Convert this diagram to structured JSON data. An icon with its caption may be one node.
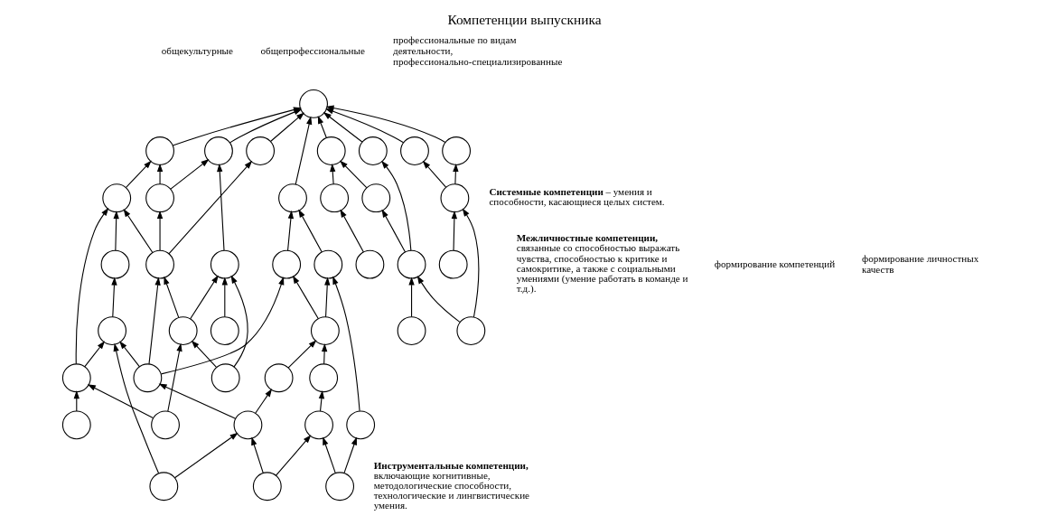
{
  "diagram": {
    "title": "Компетенции выпускника",
    "nodes": [
      {
        "text": [],
        "shape": "circle"
      },
      {
        "text": [],
        "shape": "circle"
      },
      {
        "text": [],
        "shape": "circle"
      },
      {
        "text": [],
        "shape": "circle"
      },
      {
        "text": [],
        "shape": "circle"
      },
      {
        "text": [],
        "shape": "circle"
      },
      {
        "text": [],
        "shape": "circle"
      },
      {
        "text": [],
        "shape": "circle"
      },
      {
        "text": [],
        "shape": "circle"
      },
      {
        "text": [],
        "shape": "circle"
      },
      {
        "text": [],
        "shape": "circle"
      },
      {
        "text": [],
        "shape": "circle"
      },
      {
        "text": [],
        "shape": "circle"
      },
      {
        "text": [],
        "shape": "circle"
      },
      {
        "text": [],
        "shape": "circle"
      },
      {
        "text": [],
        "shape": "circle"
      },
      {
        "text": [],
        "shape": "circle"
      },
      {
        "text": [],
        "shape": "circle"
      },
      {
        "text": [],
        "shape": "circle"
      },
      {
        "text": [],
        "shape": "circle"
      },
      {
        "text": [],
        "shape": "circle"
      },
      {
        "text": [],
        "shape": "circle"
      },
      {
        "text": [],
        "shape": "circle"
      },
      {
        "text": [],
        "shape": "circle"
      },
      {
        "text": [],
        "shape": "circle"
      },
      {
        "text": [],
        "shape": "circle"
      },
      {
        "text": [],
        "shape": "circle"
      },
      {
        "text": [],
        "shape": "circle"
      },
      {
        "text": [],
        "shape": "circle"
      },
      {
        "text": [],
        "shape": "circle"
      },
      {
        "text": [],
        "shape": "circle"
      },
      {
        "text": [],
        "shape": "circle"
      },
      {
        "text": [],
        "shape": "circle"
      },
      {
        "text": [],
        "shape": "circle"
      },
      {
        "text": [],
        "shape": "circle"
      },
      {
        "text": [],
        "shape": "circle"
      },
      {
        "text": [],
        "shape": "circle"
      },
      {
        "text": [],
        "shape": "circle"
      },
      {
        "text": [],
        "shape": "circle"
      },
      {
        "text": [],
        "shape": "circle"
      },
      {
        "text": [],
        "shape": "circle"
      }
    ],
    "edges": [
      {
        "from": 7,
        "to": 1,
        "arrow": "to"
      },
      {
        "from": 8,
        "to": 1,
        "arrow": "to"
      },
      {
        "from": 13,
        "to": 7,
        "arrow": "to"
      },
      {
        "from": 13,
        "to": 8,
        "arrow": "to"
      },
      {
        "from": 16,
        "to": 7,
        "arrow": "to"
      },
      {
        "from": 20,
        "to": 13,
        "arrow": "to"
      },
      {
        "from": 18,
        "to": 13,
        "arrow": "to"
      },
      {
        "from": 21,
        "to": 8,
        "arrow": "to"
      },
      {
        "from": 30,
        "to": 16,
        "arrow": "to"
      },
      {
        "from": 22,
        "to": 20,
        "arrow": "to"
      },
      {
        "from": 30,
        "to": 22,
        "arrow": "to"
      },
      {
        "from": 31,
        "to": 22,
        "arrow": "to"
      },
      {
        "from": 31,
        "to": 26,
        "arrow": "to"
      },
      {
        "from": 26,
        "to": 18,
        "arrow": "to"
      },
      {
        "from": 26,
        "to": 21,
        "arrow": "to"
      },
      {
        "from": 32,
        "to": 26,
        "arrow": "to"
      },
      {
        "from": 21,
        "to": 17,
        "arrow": "to"
      },
      {
        "from": 21,
        "to": 19,
        "arrow": "to"
      },
      {
        "from": 32,
        "to": 17,
        "arrow": "to"
      },
      {
        "from": 1,
        "to": 0,
        "arrow": "to"
      },
      {
        "from": 12,
        "to": 4,
        "arrow": "to"
      },
      {
        "from": 4,
        "to": 2,
        "arrow": "to"
      },
      {
        "from": 2,
        "to": 0,
        "arrow": "to"
      },
      {
        "from": 11,
        "to": 2,
        "arrow": "to"
      },
      {
        "from": 11,
        "to": 9,
        "arrow": "to"
      },
      {
        "from": 9,
        "to": 0,
        "arrow": "to"
      },
      {
        "from": 17,
        "to": 12,
        "arrow": "to"
      },
      {
        "from": 23,
        "to": 17,
        "arrow": "to"
      },
      {
        "from": 23,
        "to": 4,
        "arrow": "to"
      },
      {
        "from": 19,
        "to": 4,
        "arrow": "to"
      },
      {
        "from": 19,
        "to": 11,
        "arrow": "to"
      },
      {
        "from": 19,
        "to": 15,
        "arrow": "to"
      },
      {
        "from": 29,
        "to": 19,
        "arrow": "to"
      },
      {
        "from": 29,
        "to": 24,
        "arrow": "to"
      },
      {
        "from": 33,
        "to": 23,
        "arrow": "to"
      },
      {
        "from": 34,
        "to": 23,
        "arrow": "to"
      },
      {
        "from": 34,
        "to": 29,
        "arrow": "to"
      },
      {
        "from": 35,
        "to": 29,
        "arrow": "to"
      },
      {
        "from": 35,
        "to": 24,
        "arrow": "to"
      },
      {
        "from": 36,
        "to": 24,
        "arrow": "to"
      },
      {
        "from": 24,
        "to": 9,
        "arrow": "to"
      },
      {
        "from": 6,
        "to": 0,
        "arrow": "to"
      },
      {
        "from": 10,
        "to": 0,
        "arrow": "to"
      },
      {
        "from": 5,
        "to": 0,
        "arrow": "to"
      },
      {
        "from": 3,
        "to": 0,
        "arrow": "to"
      },
      {
        "from": 15,
        "to": 0,
        "arrow": "to"
      },
      {
        "from": 25,
        "to": 6,
        "arrow": "to"
      },
      {
        "from": 25,
        "to": 10,
        "arrow": "to"
      },
      {
        "from": 27,
        "to": 5,
        "arrow": "to"
      },
      {
        "from": 27,
        "to": 14,
        "arrow": "to"
      },
      {
        "from": 14,
        "to": 3,
        "arrow": "to"
      },
      {
        "from": 28,
        "to": 3,
        "arrow": "to"
      },
      {
        "from": 37,
        "to": 25,
        "arrow": "to"
      },
      {
        "from": 38,
        "to": 25,
        "arrow": "to"
      },
      {
        "from": 38,
        "to": 27,
        "arrow": "to"
      },
      {
        "from": 39,
        "to": 27,
        "arrow": "to"
      },
      {
        "from": 40,
        "to": 28,
        "arrow": "to"
      }
    ],
    "labels": [
      "общекультурные",
      "общепрофессиональные",
      "профессиональные по видам деятельности, профессионально-специализированные",
      "**Системные компетенции** – умения и способности, касающиеся целых систем.",
      "**Межличностные компетенции,** связанные со способностью выражать чувства, способностью к критике и самокритике, а также с социальными умениями (умение работать в команде и т.д.).",
      "**Инструментальные компетенции,** включающие когнитивные, методологические способности, технологические и лингвистические умения.",
      "формирование компетенций",
      "формирование личностных качеств"
    ]
  }
}
